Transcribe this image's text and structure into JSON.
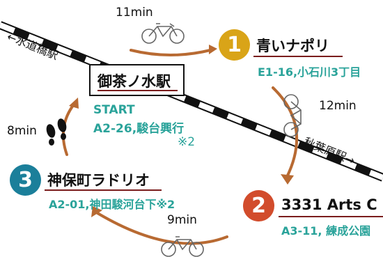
{
  "station": {
    "name": "御茶ノ水駅"
  },
  "start": {
    "label": "START",
    "code": "A2-26,駿台興行",
    "note": "※2"
  },
  "track": {
    "left_label": "←水道橋駅",
    "right_label": "秋葉原駅→"
  },
  "stops": [
    {
      "number": "1",
      "name": "青いナポリ",
      "info": "E1-16,小石川3丁目",
      "color": "#d9a418"
    },
    {
      "number": "2",
      "name": "3331 Arts C",
      "info": "A3-11, 練成公園",
      "color": "#d24c2c"
    },
    {
      "number": "3",
      "name": "神保町ラドリオ",
      "info": "A2-01,神田駿河台下※2",
      "color": "#1b7f9a"
    }
  ],
  "legs": [
    {
      "mode": "bicycle-icon",
      "time": "11min"
    },
    {
      "mode": "bicycle-icon",
      "time": "12min"
    },
    {
      "mode": "bicycle-icon",
      "time": "9min"
    },
    {
      "mode": "footprints-icon",
      "time": "8min"
    }
  ],
  "colors": {
    "route": "#b86a32",
    "teal": "#2aa39a",
    "underline": "#7a1c1c"
  }
}
